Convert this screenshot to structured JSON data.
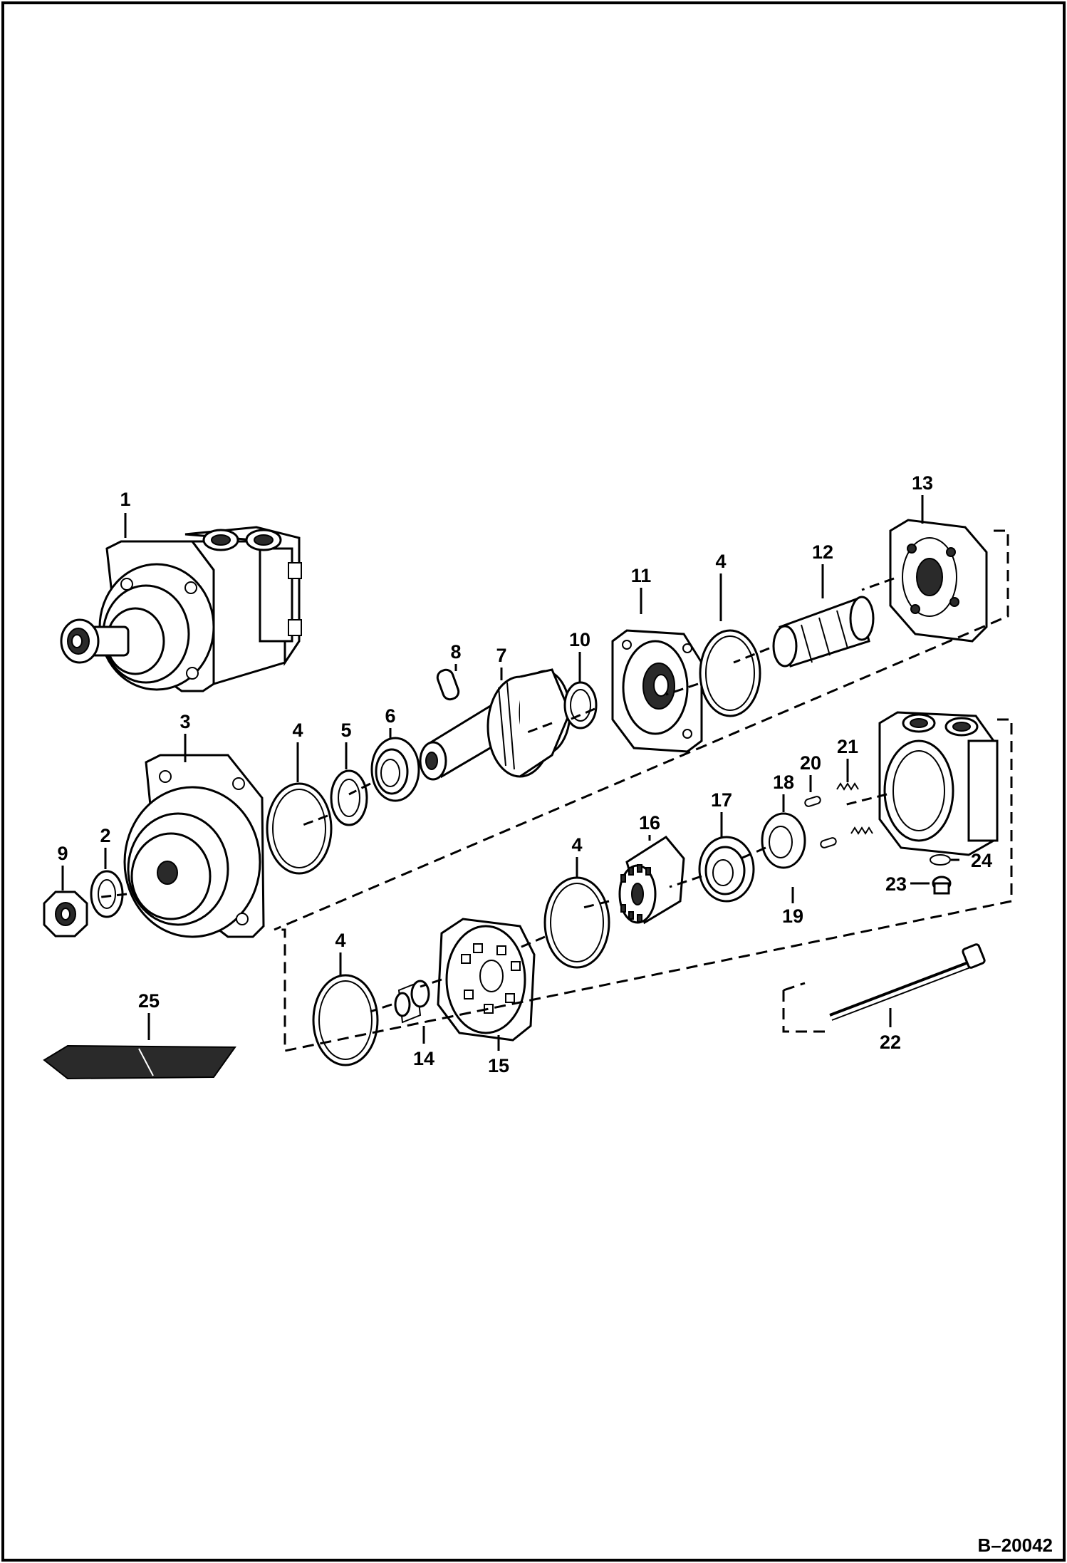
{
  "diagram": {
    "reference": "B–20042",
    "callouts": {
      "p1": "1",
      "p2": "2",
      "p3": "3",
      "p4a": "4",
      "p4b": "4",
      "p4c": "4",
      "p4d": "4",
      "p5": "5",
      "p6": "6",
      "p7": "7",
      "p8": "8",
      "p9": "9",
      "p10": "10",
      "p11": "11",
      "p12": "12",
      "p13": "13",
      "p14": "14",
      "p15": "15",
      "p16": "16",
      "p17": "17",
      "p18": "18",
      "p19": "19",
      "p20": "20",
      "p21": "21",
      "p22": "22",
      "p23": "23",
      "p24": "24",
      "p25": "25"
    }
  }
}
